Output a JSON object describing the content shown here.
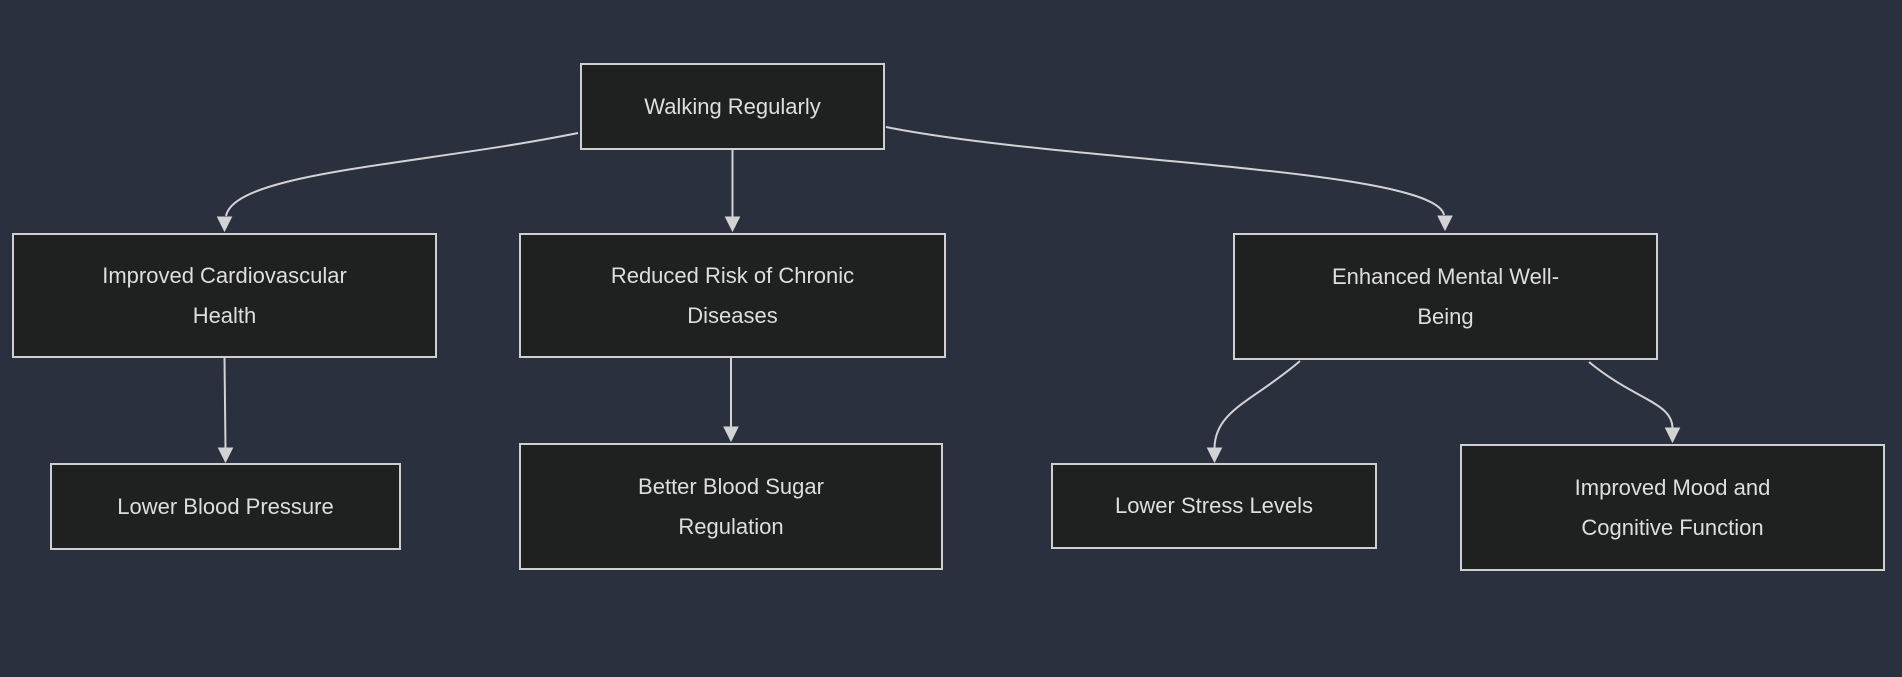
{
  "diagram": {
    "type": "flowchart-top-down",
    "theme": {
      "background": "#2b303f",
      "node_fill": "#1f2020",
      "node_border": "#cfcfcf",
      "node_text": "#dedede",
      "edge_color": "#d3d3d3"
    },
    "nodes": {
      "root": {
        "label": "Walking Regularly"
      },
      "cardio": {
        "label": "Improved Cardiovascular\nHealth"
      },
      "chronic": {
        "label": "Reduced Risk of Chronic\nDiseases"
      },
      "mental": {
        "label": "Enhanced Mental Well-\nBeing"
      },
      "bp": {
        "label": "Lower Blood Pressure"
      },
      "sugar": {
        "label": "Better Blood Sugar\nRegulation"
      },
      "stress": {
        "label": "Lower Stress Levels"
      },
      "mood": {
        "label": "Improved Mood and\nCognitive Function"
      }
    },
    "edges": [
      {
        "from": "Walking Regularly",
        "to": "Improved Cardiovascular Health"
      },
      {
        "from": "Walking Regularly",
        "to": "Reduced Risk of Chronic Diseases"
      },
      {
        "from": "Walking Regularly",
        "to": "Enhanced Mental Well-Being"
      },
      {
        "from": "Improved Cardiovascular Health",
        "to": "Lower Blood Pressure"
      },
      {
        "from": "Reduced Risk of Chronic Diseases",
        "to": "Better Blood Sugar Regulation"
      },
      {
        "from": "Enhanced Mental Well-Being",
        "to": "Lower Stress Levels"
      },
      {
        "from": "Enhanced Mental Well-Being",
        "to": "Improved Mood and Cognitive Function"
      }
    ]
  }
}
